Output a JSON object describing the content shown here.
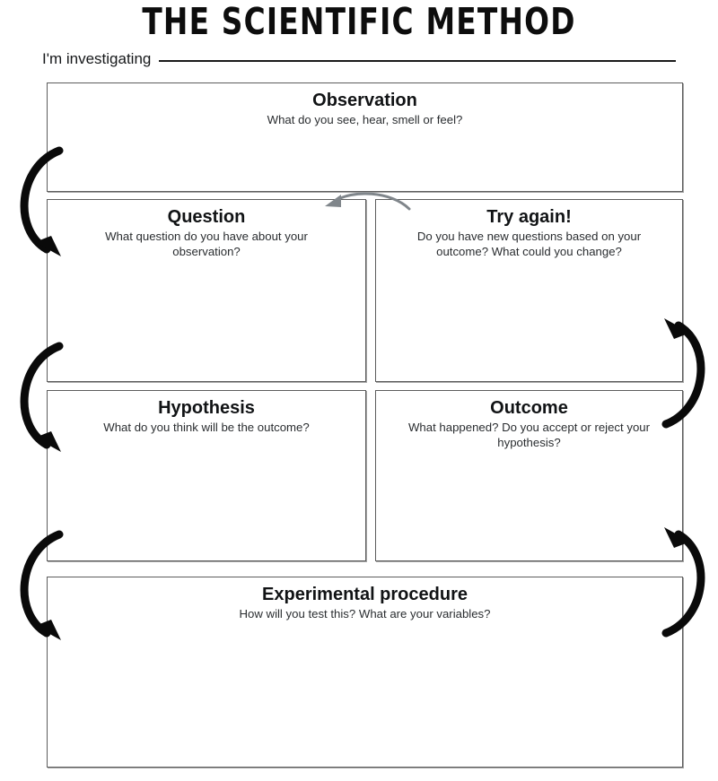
{
  "title": "THE SCIENTIFIC METHOD",
  "investigating": {
    "label": "I'm investigating",
    "value": ""
  },
  "boxes": [
    {
      "id": "observation",
      "heading": "Observation",
      "prompt": "What do you see, hear, smell or feel?",
      "value": ""
    },
    {
      "id": "question",
      "heading": "Question",
      "prompt": "What question do you have about your observation?",
      "value": ""
    },
    {
      "id": "tryagain",
      "heading": "Try again!",
      "prompt": "Do you have new questions based on your outcome? What could you change?",
      "value": ""
    },
    {
      "id": "hypothesis",
      "heading": "Hypothesis",
      "prompt": "What do you think will be the outcome?",
      "value": ""
    },
    {
      "id": "outcome",
      "heading": "Outcome",
      "prompt": "What happened? Do you accept or reject your hypothesis?",
      "value": ""
    },
    {
      "id": "procedure",
      "heading": "Experimental procedure",
      "prompt": "How will you test this? What are your variables?",
      "value": ""
    }
  ],
  "arrows": [
    {
      "name": "observation-to-question",
      "direction": "down",
      "side": "left",
      "style": "thick-black",
      "color": "#0a0a0a"
    },
    {
      "name": "question-to-hypothesis",
      "direction": "down",
      "side": "left",
      "style": "thick-black",
      "color": "#0a0a0a"
    },
    {
      "name": "hypothesis-to-procedure",
      "direction": "down",
      "side": "left",
      "style": "thick-black",
      "color": "#0a0a0a"
    },
    {
      "name": "outcome-to-tryagain",
      "direction": "up",
      "side": "right",
      "style": "thick-black",
      "color": "#0a0a0a"
    },
    {
      "name": "procedure-to-outcome",
      "direction": "up",
      "side": "right",
      "style": "thick-black",
      "color": "#0a0a0a"
    },
    {
      "name": "tryagain-to-question",
      "direction": "left",
      "side": "top",
      "style": "thin-gray",
      "color": "#80868b"
    }
  ],
  "colors": {
    "page_background": "#ffffff",
    "box_border": "#5d5d5d",
    "text": "#111315",
    "prompt_text": "#2a2d30",
    "arrow_black": "#0a0a0a",
    "arrow_gray": "#80868b"
  }
}
